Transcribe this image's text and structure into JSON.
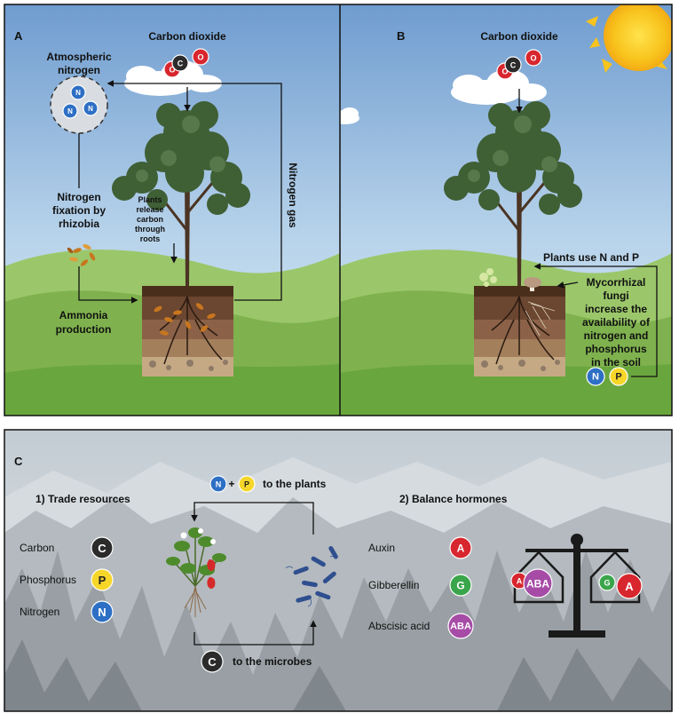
{
  "panel_a": {
    "letter": "A",
    "co2_label": "Carbon dioxide",
    "co2_atoms": [
      "C",
      "O",
      "O"
    ],
    "atm_n_line1": "Atmospheric",
    "atm_n_line2": "nitrogen",
    "n_atoms": [
      "N",
      "N",
      "N"
    ],
    "fixation_line1": "Nitrogen",
    "fixation_line2": "fixation by",
    "fixation_line3": "rhizobia",
    "release_line1": "Plants",
    "release_line2": "release",
    "release_line3": "carbon",
    "release_line4": "through",
    "release_line5": "roots",
    "ammonia_line1": "Ammonia",
    "ammonia_line2": "production",
    "nitrogen_gas": "Nitrogen gas"
  },
  "panel_b": {
    "letter": "B",
    "co2_label": "Carbon dioxide",
    "co2_atoms": [
      "C",
      "O",
      "O"
    ],
    "plants_use": "Plants use N and P",
    "myco_line1": "Mycorrhizal",
    "myco_line2": "fungi",
    "myco_line3": "increase the",
    "myco_line4": "availability of",
    "myco_line5": "nitrogen and",
    "myco_line6": "phosphorus",
    "myco_line7": "in the soil",
    "np_atoms": [
      "N",
      "P"
    ]
  },
  "panel_c": {
    "letter": "C",
    "trade_title": "1) Trade resources",
    "hormones_title": "2) Balance hormones",
    "to_plants_n": "N",
    "plus": "+",
    "to_plants_p": "P",
    "to_plants": "to the plants",
    "to_microbes_c": "C",
    "to_microbes": "to the microbes",
    "resources": [
      {
        "name": "Carbon",
        "symbol": "C"
      },
      {
        "name": "Phosphorus",
        "symbol": "P"
      },
      {
        "name": "Nitrogen",
        "symbol": "N"
      }
    ],
    "hormones": [
      {
        "name": "Auxin",
        "symbol": "A"
      },
      {
        "name": "Gibberellin",
        "symbol": "G"
      },
      {
        "name": "Abscisic acid",
        "symbol": "ABA"
      }
    ],
    "scale_left": [
      "A",
      "ABA"
    ],
    "scale_right": [
      "G",
      "A"
    ]
  },
  "colors": {
    "carbon": "#2b2b2b",
    "oxygen": "#d8262e",
    "nitrogen": "#2d6fc4",
    "phosphorus": "#f6d629",
    "auxin": "#d8262e",
    "gibberellin": "#3aa54a",
    "aba": "#a64ca6"
  }
}
